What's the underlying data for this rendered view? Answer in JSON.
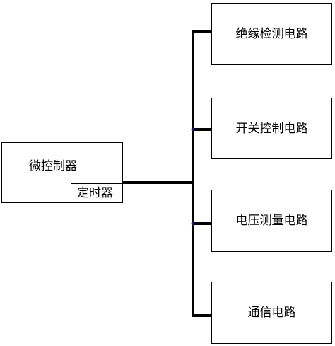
{
  "diagram": {
    "microcontroller": {
      "label": "微控制器",
      "timer_label": "定时器"
    },
    "circuits": [
      {
        "label": "绝缘检测电路"
      },
      {
        "label": "开关控制电路"
      },
      {
        "label": "电压测量电路"
      },
      {
        "label": "通信电路"
      }
    ],
    "colors": {
      "line": "#000000",
      "junction": "#1a1a6e"
    }
  }
}
